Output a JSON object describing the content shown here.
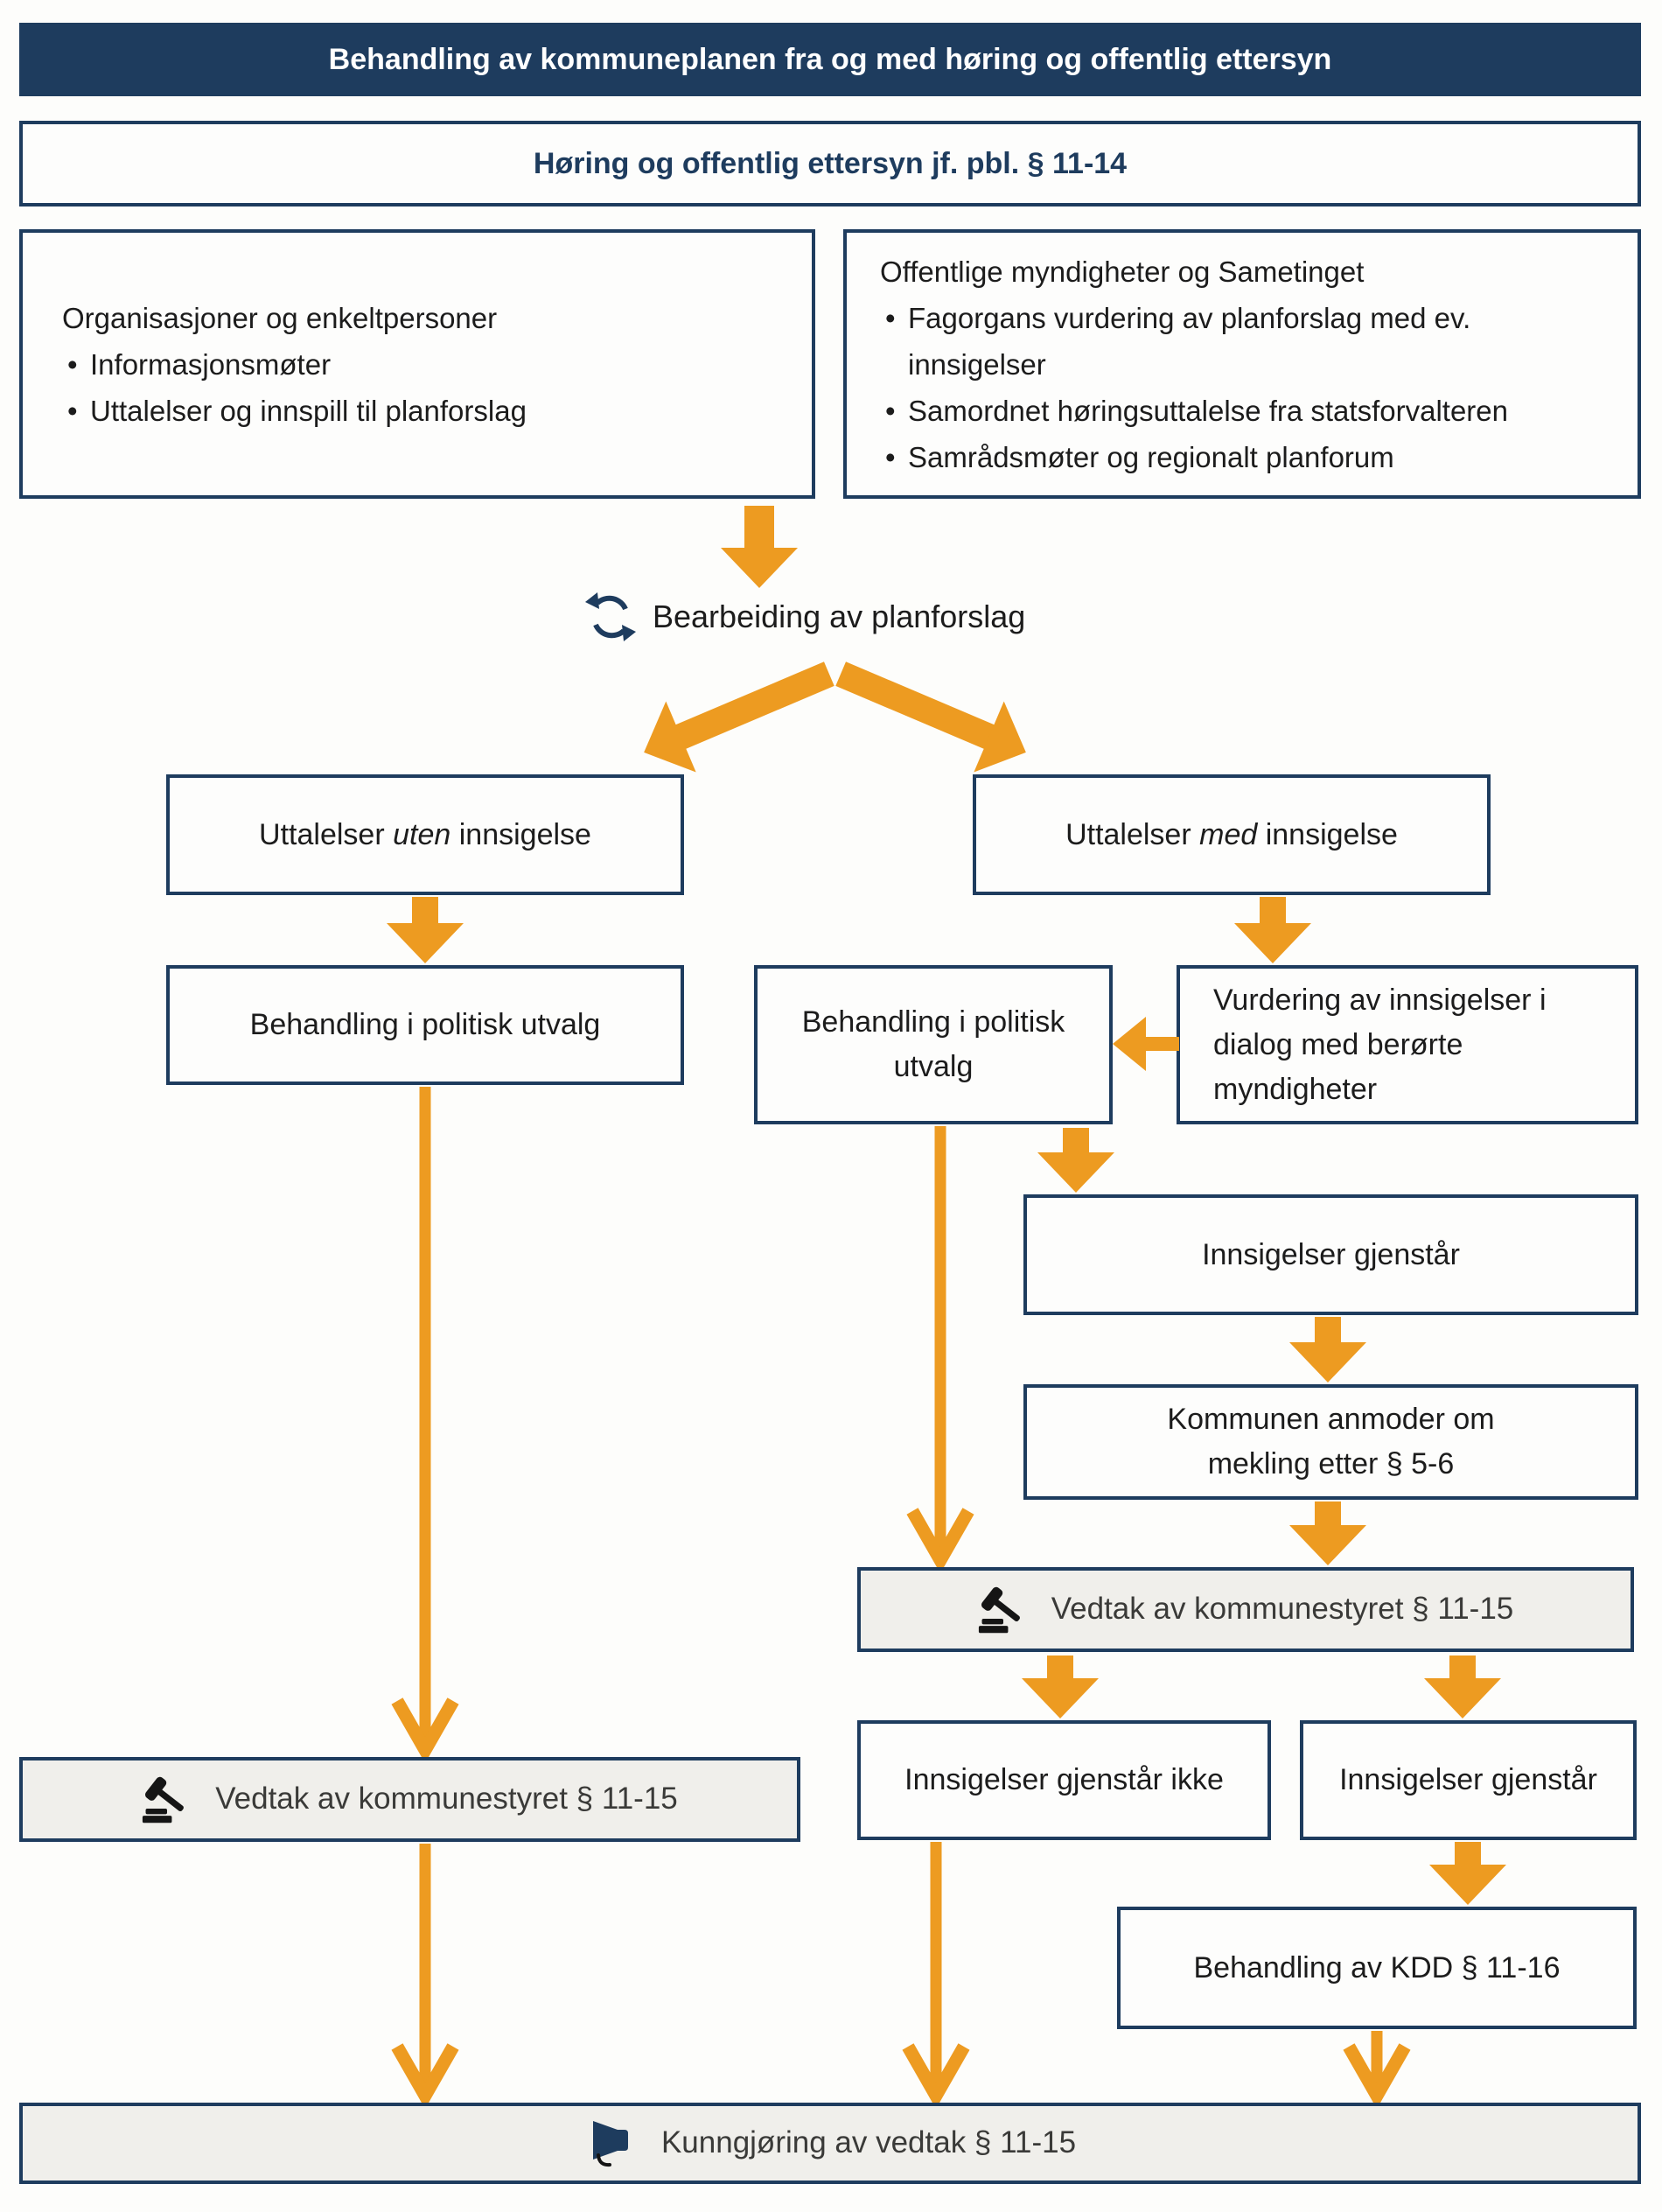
{
  "colors": {
    "navy": "#1e3c5e",
    "orange": "#ED9B21",
    "box_fill": "#fdfdfc",
    "gray_fill": "#f0efeb",
    "text_dark": "#1c1c1c",
    "text_gray": "#3a3a38",
    "white": "#ffffff"
  },
  "header": {
    "title": "Behandling av kommuneplanen fra og med høring og offentlig ettersyn"
  },
  "horing_box": {
    "label": "Høring og offentlig ettersyn jf. pbl. § 11-14"
  },
  "org_box": {
    "title": "Organisasjoner og enkeltpersoner",
    "bullets": [
      "Informasjonsmøter",
      "Uttalelser og innspill til planforslag"
    ]
  },
  "off_box": {
    "title": "Offentlige myndigheter og Sametinget",
    "bullets": [
      "Fagorgans vurdering av planforslag med ev. innsigelser",
      "Samordnet høringsuttalelse fra statsforvalteren",
      "Samrådsmøter og regionalt planforum"
    ]
  },
  "bearbeiding": {
    "label": "Bearbeiding av planforslag",
    "icon": "iteration-cycle-icon"
  },
  "uten_box": {
    "prefix": "Uttalelser ",
    "italic_word": "uten",
    "suffix": " innsigelse"
  },
  "med_box": {
    "prefix": "Uttalelser ",
    "italic_word": "med",
    "suffix": " innsigelse"
  },
  "behandling_left": {
    "label": "Behandling i politisk utvalg"
  },
  "behandling_center": {
    "label": "Behandling i politisk utvalg"
  },
  "vurdering_box": {
    "label": "Vurdering av innsigelser i dialog med berørte myndigheter"
  },
  "innsigelser_gjenstar_box": {
    "label": "Innsigelser gjenstår"
  },
  "kommunen_anmoder_box": {
    "label": "Kommunen anmoder om mekling etter § 5-6"
  },
  "vedtak_right": {
    "label": "Vedtak av kommunestyret § 11-15",
    "icon": "gavel-icon"
  },
  "vedtak_left": {
    "label": "Vedtak av kommunestyret § 11-15",
    "icon": "gavel-icon"
  },
  "ikke_box": {
    "label": "Innsigelser gjenstår ikke"
  },
  "gjenstar_right_box": {
    "label": "Innsigelser gjenstår"
  },
  "kdd_box": {
    "label": "Behandling av KDD § 11-16"
  },
  "kunngjoring": {
    "label": "Kunngjøring av vedtak § 11-15",
    "icon": "megaphone-icon"
  }
}
